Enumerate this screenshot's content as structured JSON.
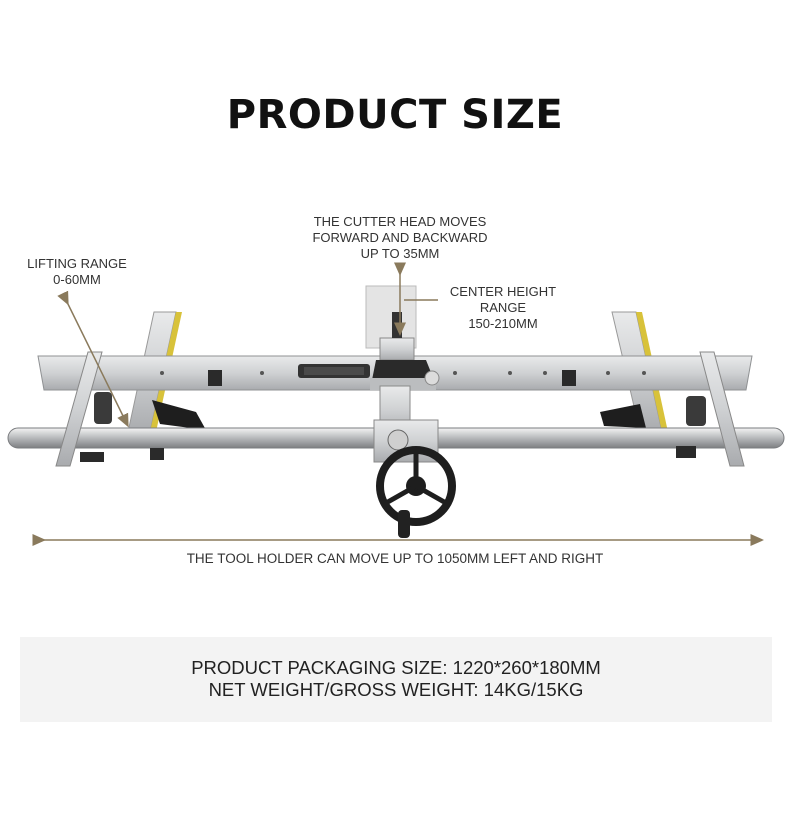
{
  "title": "PRODUCT SIZE",
  "annotations": {
    "cutter_head": [
      "THE CUTTER HEAD MOVES",
      "FORWARD AND BACKWARD",
      "UP TO 35MM"
    ],
    "lifting_range": [
      "LIFTING RANGE",
      "0-60MM"
    ],
    "center_height": [
      "CENTER HEIGHT",
      "RANGE",
      "150-210MM"
    ],
    "tool_holder": "THE TOOL HOLDER CAN MOVE UP TO 1050MM LEFT AND RIGHT"
  },
  "specs": {
    "packaging": "PRODUCT PACKAGING SIZE: 1220*260*180MM",
    "weight": "NET WEIGHT/GROSS WEIGHT: 14KG/15KG"
  },
  "colors": {
    "arrow": "#8a7a5c",
    "aluminum": "#c9cbcd",
    "accent_yellow": "#d8c23a",
    "info_bg": "#f3f3f3"
  },
  "icons": {
    "handwheel": "handwheel-icon"
  }
}
